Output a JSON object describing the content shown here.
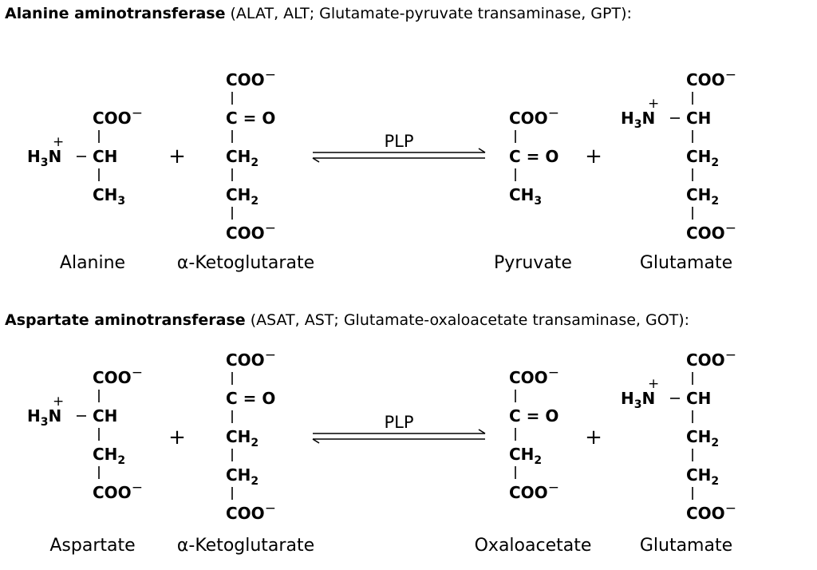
{
  "reactions": [
    {
      "enzyme_name": "Alanine aminotransferase",
      "enzyme_aliases": "(ALAT, ALT; Glutamate-pyruvate transaminase, GPT):",
      "cofactor": "PLP",
      "plus_sign": "+",
      "substrate1": {
        "name": "Alanine",
        "top": "COO",
        "amine": "H3N",
        "mid": "CH",
        "rest": [
          "CH3"
        ]
      },
      "substrate2": {
        "name": "α-Ketoglutarate",
        "chain": [
          "COO⁻",
          "C = O",
          "CH2",
          "CH2",
          "COO⁻"
        ]
      },
      "product1": {
        "name": "Pyruvate",
        "chain": [
          "COO⁻",
          "C = O",
          "CH3"
        ]
      },
      "product2": {
        "name": "Glutamate",
        "chain": [
          "COO⁻",
          "CH",
          "CH2",
          "CH2",
          "COO⁻"
        ],
        "amine": "H3N"
      }
    },
    {
      "enzyme_name": "Aspartate aminotransferase",
      "enzyme_aliases": "(ASAT, AST; Glutamate-oxaloacetate transaminase, GOT):",
      "cofactor": "PLP",
      "plus_sign": "+",
      "substrate1": {
        "name": "Aspartate",
        "top": "COO",
        "amine": "H3N",
        "mid": "CH",
        "rest": [
          "CH2",
          "COO⁻"
        ]
      },
      "substrate2": {
        "name": "α-Ketoglutarate",
        "chain": [
          "COO⁻",
          "C = O",
          "CH2",
          "CH2",
          "COO⁻"
        ]
      },
      "product1": {
        "name": "Oxaloacetate",
        "chain": [
          "COO⁻",
          "C = O",
          "CH2",
          "COO⁻"
        ]
      },
      "product2": {
        "name": "Glutamate",
        "chain": [
          "COO⁻",
          "CH",
          "CH2",
          "CH2",
          "COO⁻"
        ],
        "amine": "H3N"
      }
    }
  ]
}
